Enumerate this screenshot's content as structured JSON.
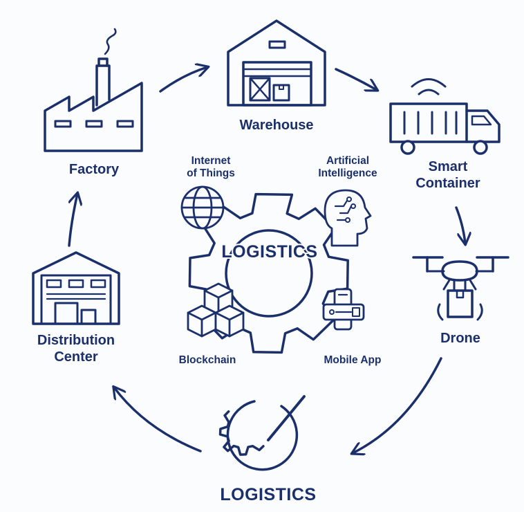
{
  "colors": {
    "ink": "#1b2f6b",
    "background": "#fbfcfd"
  },
  "cycle": {
    "factory": {
      "label": "Factory",
      "icon": "factory-icon"
    },
    "warehouse": {
      "label": "Warehouse",
      "icon": "warehouse-icon"
    },
    "smart_container": {
      "line1": "Smart",
      "line2": "Container",
      "icon": "truck-container-icon"
    },
    "drone": {
      "label": "Drone",
      "icon": "drone-icon"
    },
    "logistics": {
      "label": "LOGISTICS",
      "icon": "gear-icon"
    },
    "distribution_center": {
      "line1": "Distribution",
      "line2": "Center",
      "icon": "distribution-center-icon"
    }
  },
  "hub": {
    "title": "LOGISTICS",
    "iot": {
      "line1": "Internet",
      "line2": "of Things",
      "icon": "globe-icon"
    },
    "ai": {
      "line1": "Artificial",
      "line2": "Intelligence",
      "icon": "ai-head-icon"
    },
    "blockchain": {
      "label": "Blockchain",
      "icon": "blocks-icon"
    },
    "mobile": {
      "label": "Mobile App",
      "icon": "mobile-app-icon"
    }
  }
}
